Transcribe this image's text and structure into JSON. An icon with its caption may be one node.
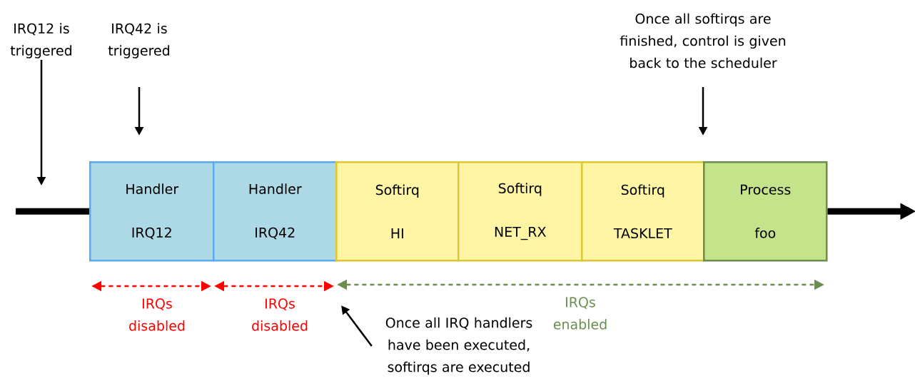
{
  "diagram": {
    "nodes": [
      {
        "text": [
          "Handler",
          "IRQ12"
        ]
      },
      {
        "text": [
          "Handler",
          "IRQ42"
        ]
      },
      {
        "text": [
          "Softirq",
          "HI"
        ]
      },
      {
        "text": [
          "Softirq",
          "NET_RX"
        ]
      },
      {
        "text": [
          "Softirq",
          "TASKLET"
        ]
      },
      {
        "text": [
          "Process",
          "foo"
        ]
      },
      {
        "text": [
          "IRQ12 is triggered"
        ]
      },
      {
        "text": [
          "IRQ42 is triggered"
        ]
      },
      {
        "text": [
          "Once all softirqs are finished, control is given back to the scheduler"
        ]
      },
      {
        "text": [
          "Once all IRQ handlers have been executed, softirqs are executed"
        ]
      }
    ],
    "edges": [
      {
        "from": null,
        "to": 0,
        "arrow": "none",
        "style": "thick"
      },
      {
        "from": 5,
        "to": null,
        "arrow": "to",
        "style": "thick"
      },
      {
        "from": 6,
        "to": null,
        "arrow": "to"
      },
      {
        "from": 7,
        "to": 0,
        "arrow": "to"
      },
      {
        "from": 8,
        "to": 5,
        "arrow": "to"
      },
      {
        "from": 9,
        "to": null,
        "arrow": "to"
      }
    ],
    "labels": [
      "IRQs disabled",
      "IRQs disabled",
      "IRQs enabled"
    ]
  }
}
